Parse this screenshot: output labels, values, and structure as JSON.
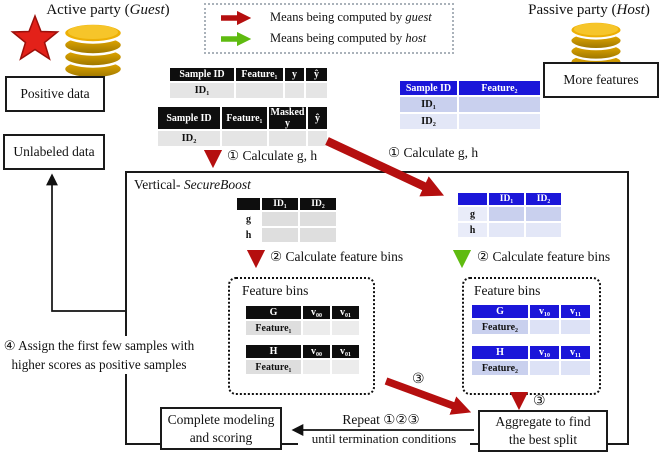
{
  "parties": {
    "guest": {
      "prefix": "Active party (",
      "name": "Guest",
      "suffix": ")"
    },
    "host": {
      "prefix": "Passive party (",
      "name": "Host",
      "suffix": ")"
    }
  },
  "legend": {
    "guest_line": {
      "prefix": "Means being computed by ",
      "name": "guest"
    },
    "host_line": {
      "prefix": "Means being computed by ",
      "name": "host"
    }
  },
  "boxes": {
    "positive_data": "Positive data",
    "unlabeled_data": "Unlabeled data",
    "more_features": "More features",
    "aggregate": {
      "line1": "Aggregate to find",
      "line2": "the best split"
    },
    "complete": {
      "line1": "Complete modeling",
      "line2": "and scoring"
    }
  },
  "labels": {
    "step1_left": "① Calculate g, h",
    "step1_right": "① Calculate g, h",
    "step2_left": "② Calculate feature bins",
    "step2_right": "② Calculate feature bins",
    "step3_diagonal": "③",
    "step3_down": "③",
    "step4": {
      "line1": "④ Assign the first few samples with",
      "line2": "higher scores as positive samples"
    },
    "repeat": {
      "line1": "Repeat ①②③",
      "line2": "until termination conditions"
    },
    "secureboost": {
      "prefix": "Vertical- ",
      "name": "SecureBoost"
    },
    "feature_bins_left": "Feature bins",
    "feature_bins_right": "Feature bins"
  },
  "tables": {
    "guest_labeled": {
      "headers": [
        "Sample ID",
        "Feature₁",
        "y",
        "ŷ"
      ],
      "rows": [
        [
          "ID₁",
          "",
          "",
          ""
        ]
      ]
    },
    "guest_masked": {
      "headers": [
        "Sample ID",
        "Feature₁",
        "Masked y",
        "ŷ"
      ],
      "rows": [
        [
          "ID₂",
          "",
          "",
          ""
        ]
      ]
    },
    "host_features": {
      "headers": [
        "Sample ID",
        "Feature₂"
      ],
      "rows": [
        [
          "ID₁",
          ""
        ],
        [
          "ID₂",
          ""
        ]
      ]
    },
    "guest_gh": {
      "headers": [
        "",
        "ID₁",
        "ID₂"
      ],
      "rows": [
        [
          "g",
          "",
          ""
        ],
        [
          "h",
          "",
          ""
        ]
      ]
    },
    "host_gh": {
      "headers": [
        "",
        "ID₁",
        "ID₂"
      ],
      "rows": [
        [
          "g",
          "",
          ""
        ],
        [
          "h",
          "",
          ""
        ]
      ]
    },
    "guest_bins_g": {
      "headers": [
        "G",
        "v₀₀",
        "v₀₁"
      ],
      "rows": [
        [
          "Feature₁",
          "",
          ""
        ]
      ]
    },
    "guest_bins_h": {
      "headers": [
        "H",
        "v₀₀",
        "v₀₁"
      ],
      "rows": [
        [
          "Feature₁",
          "",
          ""
        ]
      ]
    },
    "host_bins_g": {
      "headers": [
        "G",
        "v₁₀",
        "v₁₁"
      ],
      "rows": [
        [
          "Feature₂",
          "",
          ""
        ]
      ]
    },
    "host_bins_h": {
      "headers": [
        "H",
        "v₁₀",
        "v₁₁"
      ],
      "rows": [
        [
          "Feature₂",
          "",
          ""
        ]
      ]
    }
  },
  "colors": {
    "guest_table_header": "#0e0e0e",
    "host_table_header": "#1b16d9",
    "guest_arrow": "#b50f0f",
    "host_arrow": "#5fbb10",
    "star": "#e32119",
    "database": "#d9a40a"
  }
}
